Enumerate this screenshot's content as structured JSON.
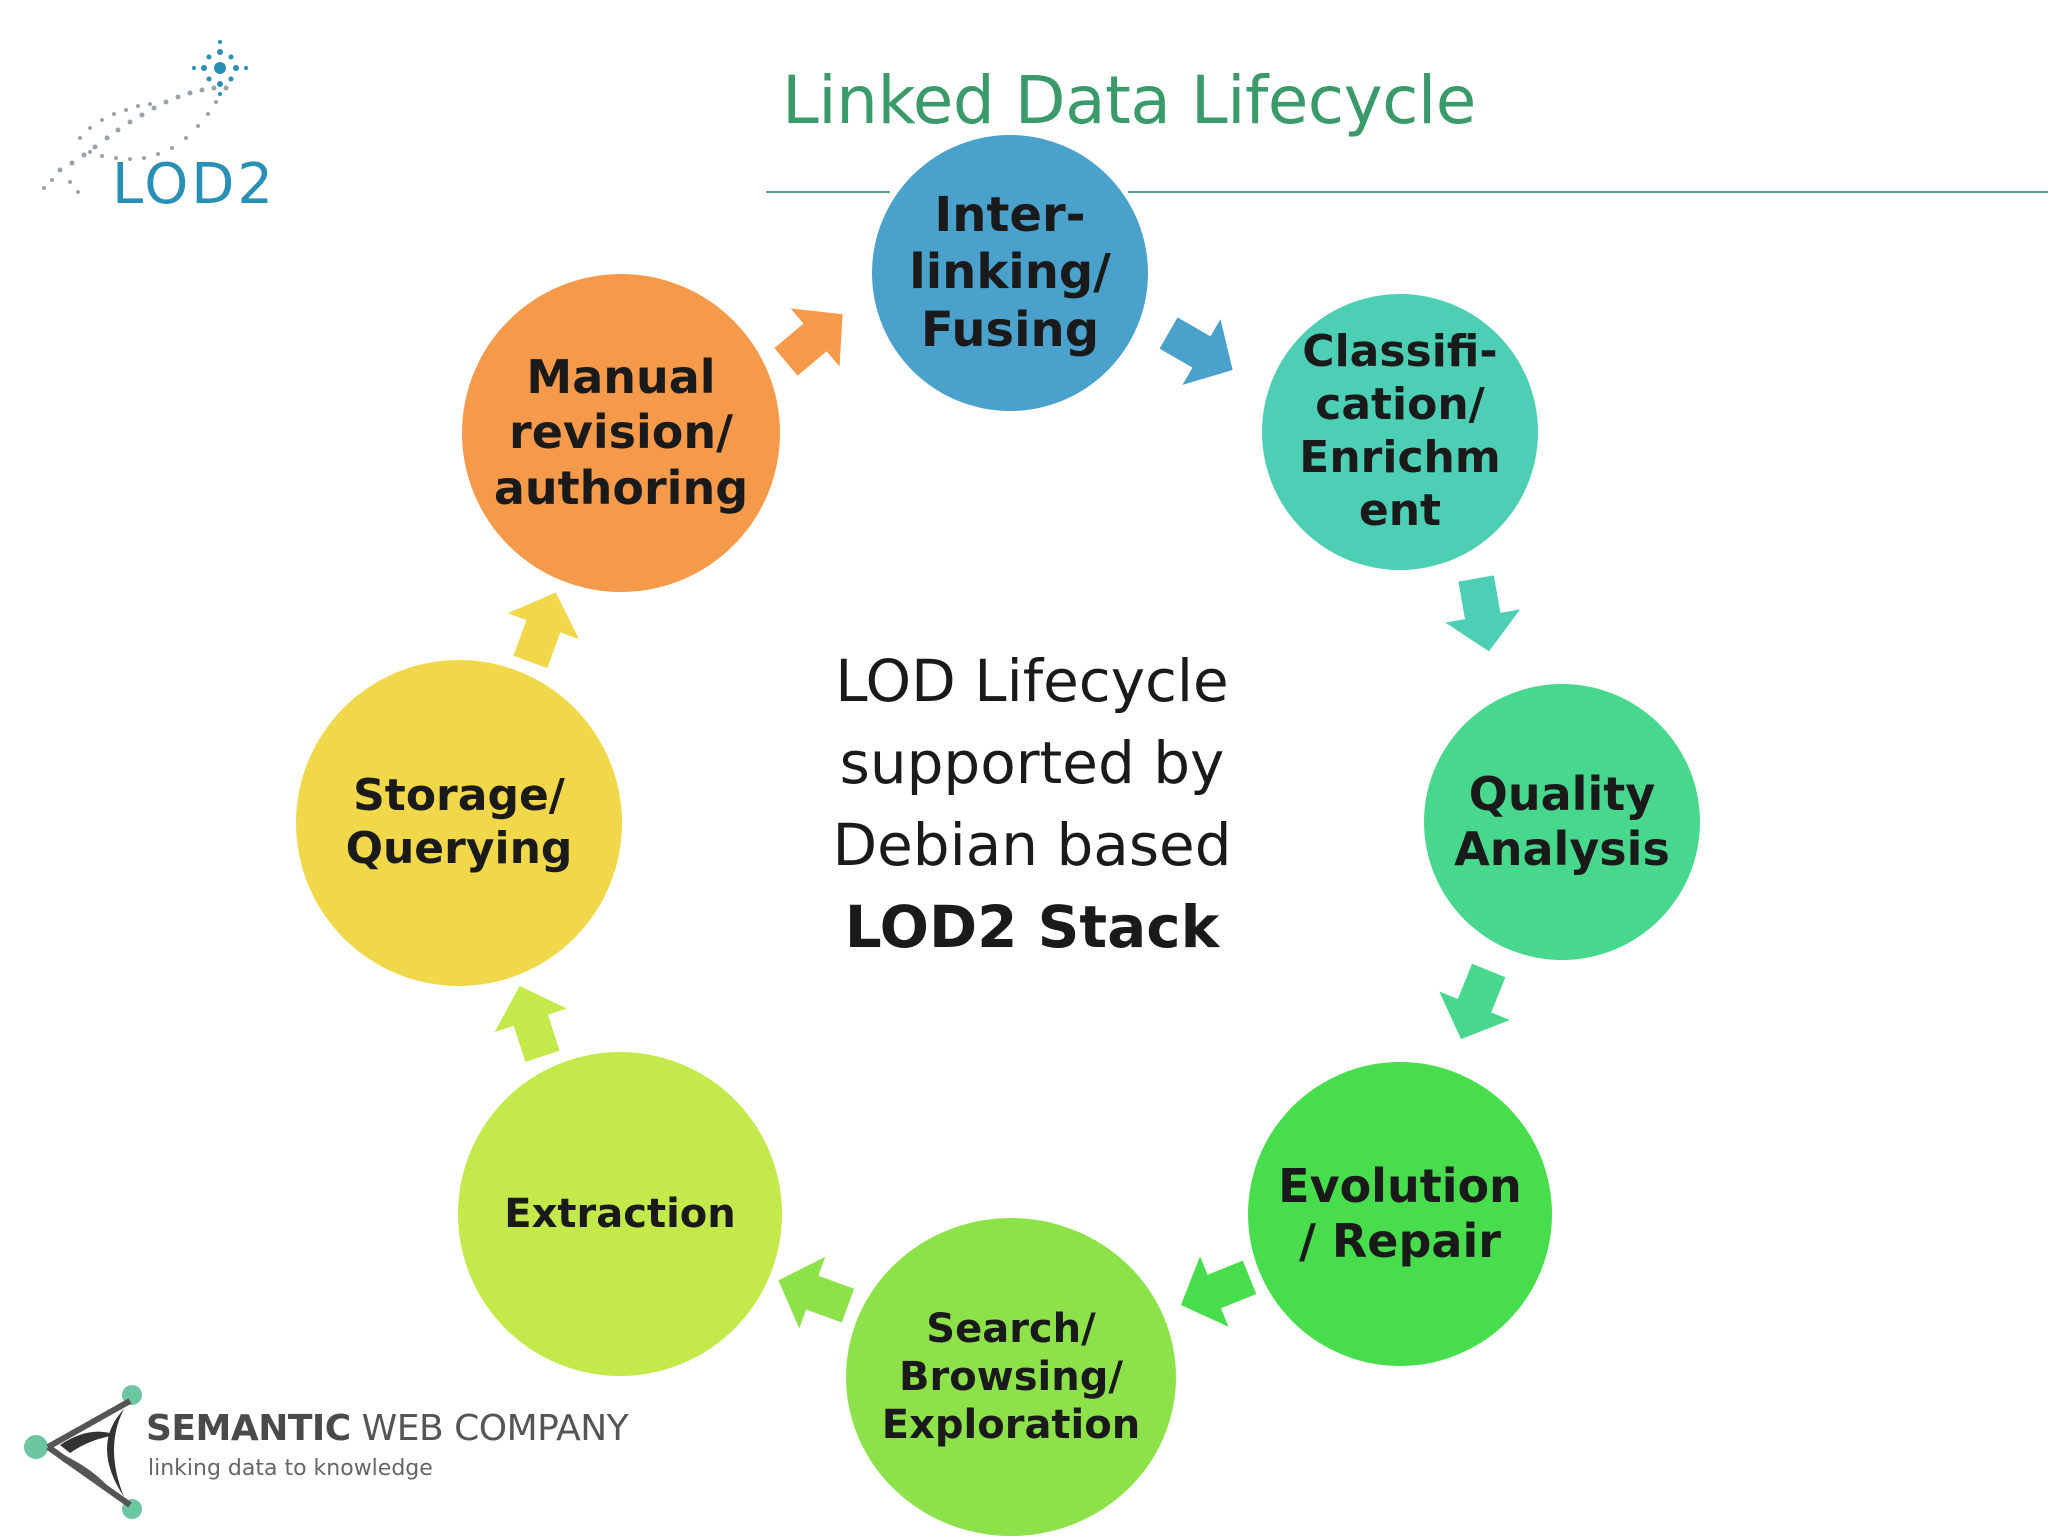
{
  "slide": {
    "title": "Linked Data Lifecycle",
    "center_text": {
      "line1": "LOD Lifecycle",
      "line2": "supported by",
      "line3": "Debian based",
      "line4": "LOD2 Stack"
    },
    "logo_top_left": {
      "text": "LOD2",
      "color": "#2a8fb5"
    },
    "logo_bottom_left": {
      "name_bold": "SEMANTIC",
      "name_rest": " WEB COMPANY",
      "tagline": "linking data to knowledge"
    }
  },
  "lifecycle": {
    "stages": [
      {
        "id": "interlinking",
        "label": "Inter-\nlinking/\nFusing",
        "color": "#4aa2cc"
      },
      {
        "id": "classification",
        "label": "Classifi-\ncation/\nEnrichm\nent",
        "color": "#4dcfb5"
      },
      {
        "id": "quality",
        "label": "Quality\nAnalysis",
        "color": "#47d88d"
      },
      {
        "id": "evolution",
        "label": "Evolution\n/ Repair",
        "color": "#47dd4d"
      },
      {
        "id": "search",
        "label": "Search/\nBrowsing/\nExploration",
        "color": "#8de24a"
      },
      {
        "id": "extraction",
        "label": "Extraction",
        "color": "#c3e94a"
      },
      {
        "id": "storage",
        "label": "Storage/\nQuerying",
        "color": "#f0d84a"
      },
      {
        "id": "manual",
        "label": "Manual\nrevision/\nauthoring",
        "color": "#f5994a"
      }
    ]
  }
}
